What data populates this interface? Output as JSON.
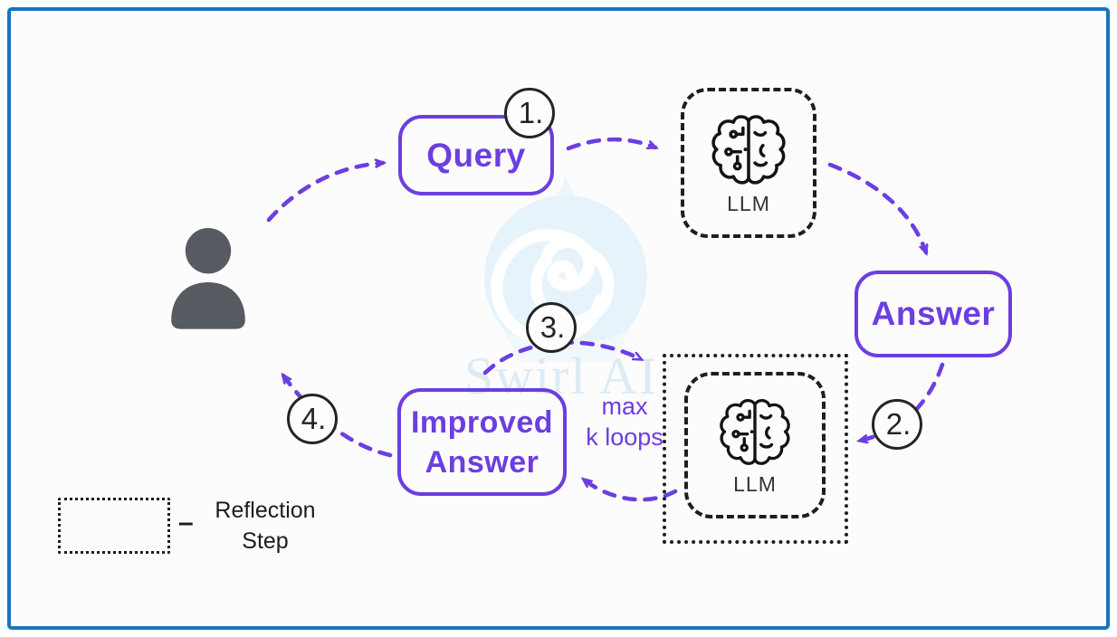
{
  "watermark": {
    "label": "Swirl AI",
    "logo_icon": "swirl-logo-icon",
    "color": "#dcebf5"
  },
  "nodes": {
    "query": {
      "label": "Query"
    },
    "answer": {
      "label": "Answer"
    },
    "improved": {
      "line1": "Improved",
      "line2": "Answer"
    },
    "llm_top": {
      "label": "LLM",
      "icon": "brain-icon"
    },
    "llm_reflection": {
      "label": "LLM",
      "icon": "brain-icon"
    }
  },
  "actor": {
    "icon": "person-icon"
  },
  "steps": {
    "s1": "1.",
    "s2": "2.",
    "s3": "3.",
    "s4": "4."
  },
  "loop_note": {
    "line1": "max",
    "line2": "k loops"
  },
  "legend": {
    "separator": "–",
    "line1": "Reflection",
    "line2": "Step"
  },
  "colors": {
    "accent_purple": "#6C3EE0",
    "frame_blue": "#1A73BE",
    "stroke_dark": "#1e1e1e",
    "person_gray": "#565b61",
    "watermark_blue": "#dcebf5",
    "background": "#fcfcfc"
  }
}
